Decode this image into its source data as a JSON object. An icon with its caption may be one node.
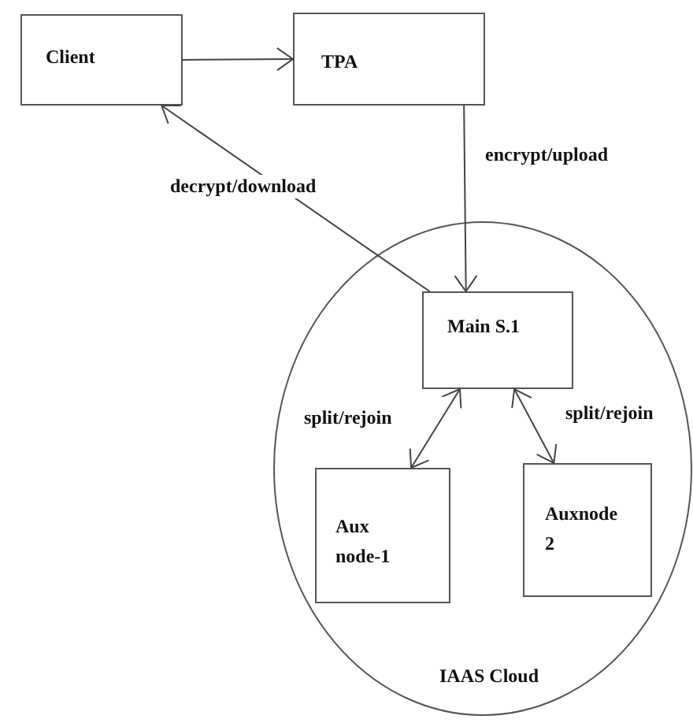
{
  "diagram": {
    "nodes": [
      {
        "text": [
          "Client"
        ]
      },
      {
        "text": [
          "TPA"
        ]
      },
      {
        "text": [
          "IAAS Cloud"
        ]
      },
      {
        "text": [
          "Main S.1"
        ],
        "in": 2
      },
      {
        "text": [
          "Aux node-1"
        ],
        "in": 2
      },
      {
        "text": [
          "Auxnode 2"
        ],
        "in": 2
      }
    ],
    "edges": [
      {
        "from": 0,
        "to": 1,
        "arrow": "to"
      },
      {
        "from": 1,
        "to": 3,
        "arrow": "to",
        "label": "encrypt/upload"
      },
      {
        "from": 3,
        "to": 0,
        "arrow": "to",
        "label": "decrypt/download"
      },
      {
        "from": 3,
        "to": 4,
        "arrow": "both",
        "label": "split/rejoin"
      },
      {
        "from": 3,
        "to": 5,
        "arrow": "both",
        "label": "split/rejoin"
      }
    ]
  }
}
